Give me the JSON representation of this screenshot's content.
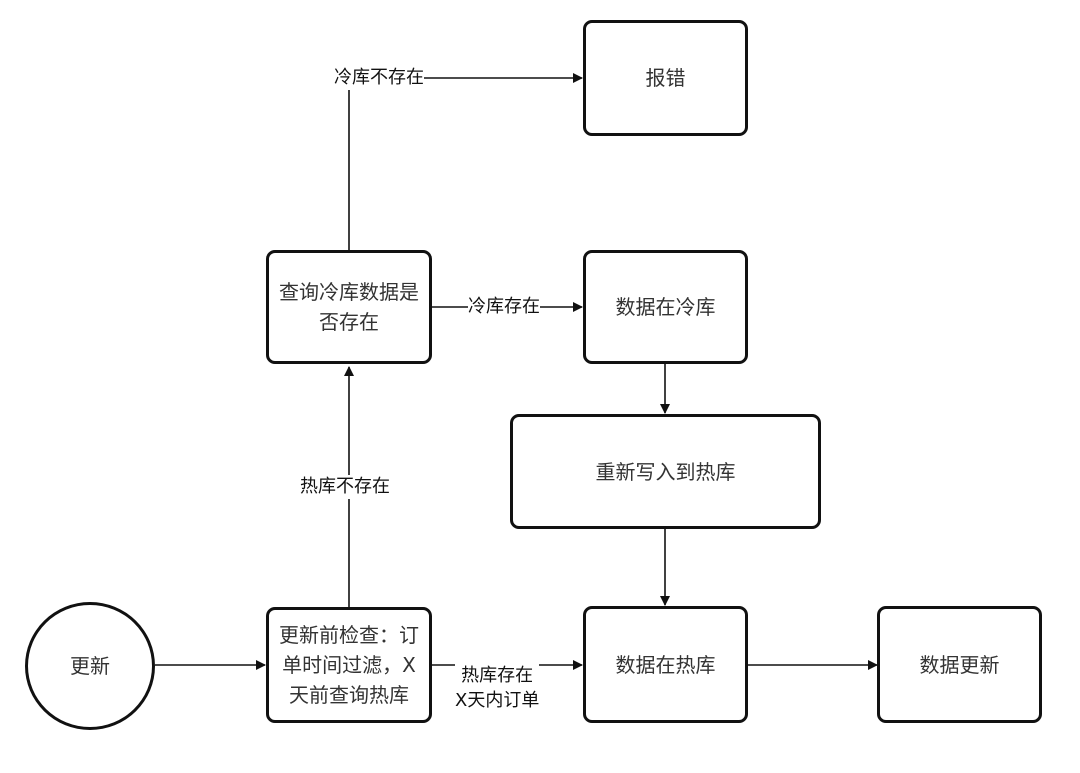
{
  "nodes": {
    "update": "更新",
    "precheck": "更新前检查：订单时间过滤，X天前查询热库",
    "query_cold": "查询冷库数据是否存在",
    "error": "报错",
    "data_in_cold": "数据在冷库",
    "rewrite_hot": "重新写入到热库",
    "data_in_hot": "数据在热库",
    "data_update": "数据更新"
  },
  "edges": {
    "cold_not_exist": "冷库不存在",
    "cold_exists": "冷库存在",
    "hot_not_exist": "热库不存在",
    "hot_exists_line1": "热库存在",
    "hot_exists_line2": "X天内订单"
  }
}
